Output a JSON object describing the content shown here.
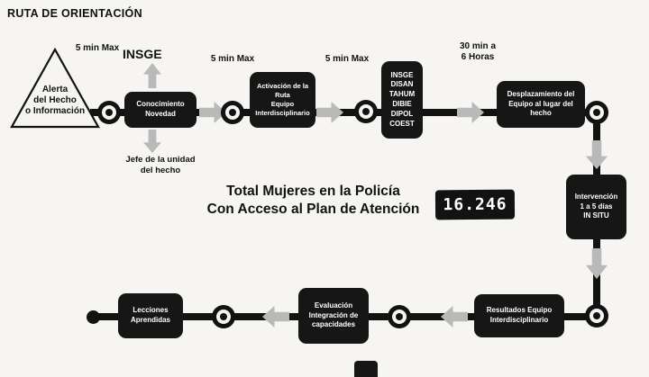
{
  "title": "RUTA DE ORIENTACIÓN",
  "colors": {
    "box": "#161616",
    "arrow": "#b9b9b9",
    "line": "#121212",
    "background": "#f6f5f2"
  },
  "start_triangle": {
    "line1": "Alerta",
    "line2": "del Hecho",
    "line3": "o Información"
  },
  "annotations": {
    "timing1": "5 min Max",
    "timing2": "5 min Max",
    "timing3": "5 min Max",
    "timing4": "30 min a\n6 Horas",
    "insge": "INSGE",
    "jefe": "Jefe  de la unidad\ndel hecho"
  },
  "steps": {
    "conocimiento": "Conocimiento\nNovedad",
    "activacion": "Activación  de la\nRuta\nEquipo\nInterdisciplinario",
    "equipos": "INSGE\nDISAN\nTAHUM\nDIBIE\nDIPOL\nCOEST",
    "desplazamiento": "Desplazamiento del\nEquipo al lugar del\nhecho",
    "intervencion": "Intervención\n1 a 5 días\nIN SITU",
    "resultados": "Resultados  Equipo\nInterdisciplinario",
    "evaluacion": "Evaluación\nIntegración de\ncapacidades",
    "lecciones": "Lecciones\nAprendidas"
  },
  "stat": {
    "label": "Total Mujeres en la Policía\nCon Acceso al Plan de Atención",
    "value": "16.246"
  }
}
